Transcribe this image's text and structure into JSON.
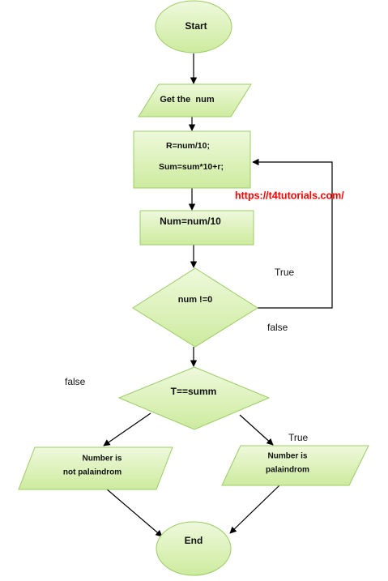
{
  "flowchart": {
    "start": "Start",
    "input": "Get the  num",
    "process1": {
      "line1": "R=num/10;",
      "line2": "Sum=sum*10+r;"
    },
    "process2": "Num=num/10",
    "decision1": "num !=0",
    "decision1_true": "True",
    "decision1_false": "false",
    "decision2": "T==summ",
    "decision2_false": "false",
    "decision2_true": "True",
    "output_left": {
      "line1": "Number is",
      "line2": "not palaindrom"
    },
    "output_right": {
      "line1": "Number is",
      "line2": "palaindrom"
    },
    "end": "End"
  },
  "watermark": "https://t4tutorials.com/",
  "colors": {
    "shape_fill": "#d9f2b3",
    "shape_stroke": "#9ccc65",
    "arrow": "#000000",
    "watermark": "#ff0000"
  }
}
